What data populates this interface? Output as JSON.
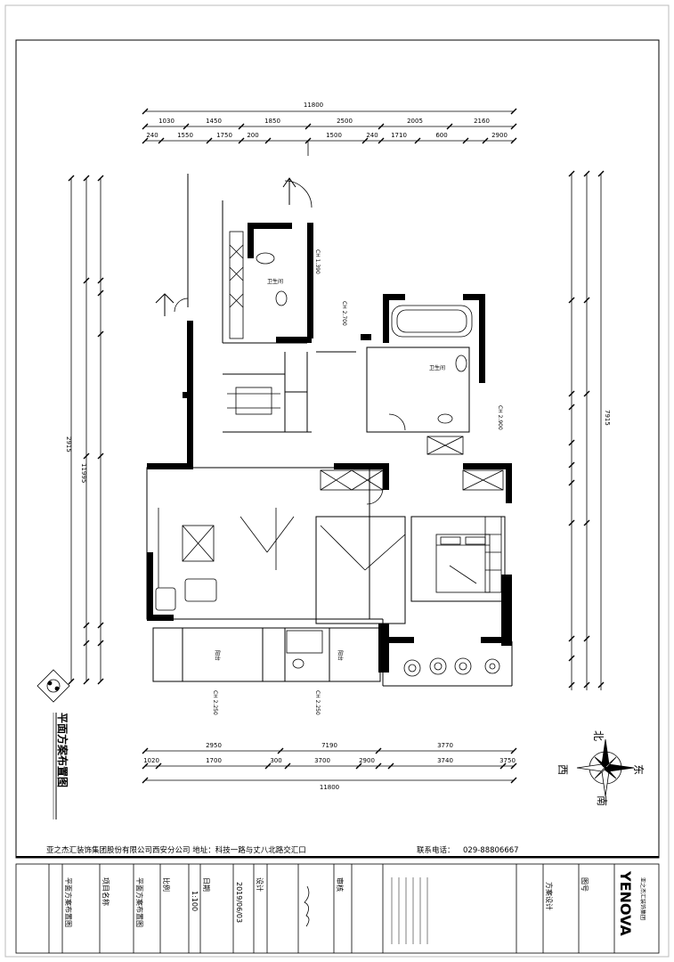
{
  "drawing": {
    "title": "平面方案布置图",
    "top_overall": "11800",
    "bottom_overall": "11800",
    "left_overall_a": "2915",
    "left_overall_b": "11995",
    "right_overall": "7915",
    "top_dims_row1": [
      "1030",
      "1450",
      "1850",
      "2500",
      "2005",
      "2160"
    ],
    "top_dims_row2": [
      "240",
      "1550",
      "1750",
      "200",
      "1500",
      "240",
      "1710",
      "600",
      "2900"
    ],
    "bottom_dims_row1": [
      "2950",
      "7190",
      "3770"
    ],
    "bottom_dims_row2": [
      "1020",
      "300",
      "1700",
      "3700",
      "2900",
      "3740",
      "3750"
    ],
    "room_labels": {
      "bath_a": "卫生间",
      "bath_b": "卫生间",
      "balcony_a": "阳台",
      "balcony_b": "阳台"
    },
    "notes": [
      "CH 1.390",
      "CH 2.700",
      "CH 2.900",
      "CH 2.250",
      "CH 2.250"
    ]
  },
  "compass": {
    "north": "北",
    "east": "东",
    "south": "南",
    "west": "西"
  },
  "footer": {
    "company_line": "亚之杰汇装饰集团股份有限公司西安分公司  地址：科技一路与丈八北路交汇口",
    "phone_label": "联系电话：",
    "phone": "029-88806667"
  },
  "titleblock": {
    "drawing_name": "平面方案布置图",
    "project_label": "项目名称",
    "project": "平面方案布置图",
    "scale_label": "比例",
    "scale": "1:100",
    "date_label": "日期",
    "date": "2019/06/03",
    "designer_label": "设计",
    "checker_label": "审核",
    "stage": "方案设计",
    "sheet_no_label": "图号",
    "brand": "YENOVA",
    "brand_sub": "亚之杰汇装饰集团"
  }
}
